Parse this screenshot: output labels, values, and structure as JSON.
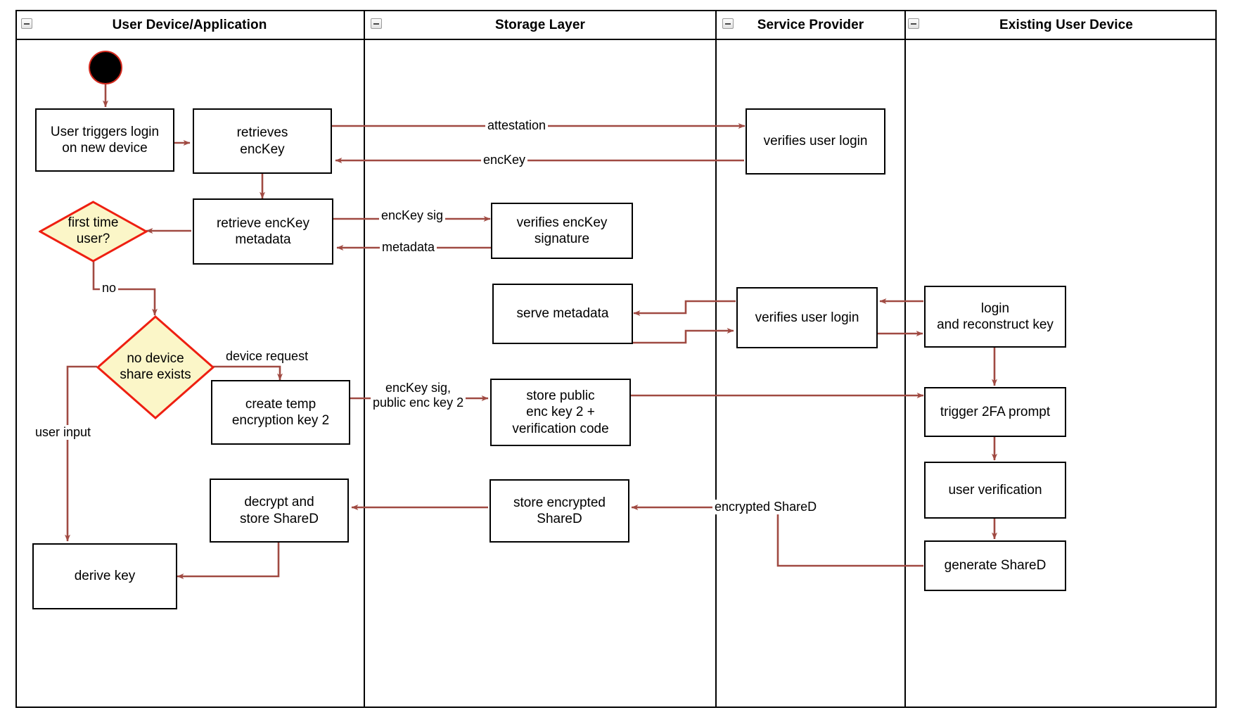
{
  "diagram": {
    "type": "uml-activity-swimlane",
    "colors": {
      "edge": "#a04a42",
      "decision_fill": "#fbf6c8",
      "decision_stroke": "#ee1f11",
      "node_stroke": "#000000",
      "start_fill": "#000000",
      "start_stroke": "#d42a1e",
      "background": "#ffffff"
    }
  },
  "lanes": [
    {
      "id": "user-device",
      "title": "User Device/Application",
      "collapse_icon": "minus-icon"
    },
    {
      "id": "storage-layer",
      "title": "Storage Layer",
      "collapse_icon": "minus-icon"
    },
    {
      "id": "service-provider",
      "title": "Service Provider",
      "collapse_icon": "minus-icon"
    },
    {
      "id": "existing-user-device",
      "title": "Existing User Device",
      "collapse_icon": "minus-icon"
    }
  ],
  "nodes": {
    "start": {
      "label": "",
      "shape": "initial-node"
    },
    "user_triggers_login": {
      "label": "User triggers login\non new device",
      "lines": [
        "User triggers login",
        "on new device"
      ]
    },
    "retrieves_enckey": {
      "lines": [
        "retrieves",
        "encKey"
      ]
    },
    "retrieve_enckey_metadata": {
      "lines": [
        "retrieve encKey",
        "metadata"
      ]
    },
    "first_time_user": {
      "lines": [
        "first time",
        "user?"
      ],
      "shape": "decision"
    },
    "no_device_share_exists": {
      "lines": [
        "no device",
        "share exists"
      ],
      "shape": "decision"
    },
    "create_temp_encryption_key_2": {
      "lines": [
        "create temp",
        "encryption key 2"
      ]
    },
    "decrypt_and_store_shared": {
      "lines": [
        "decrypt and",
        "store ShareD"
      ]
    },
    "derive_key": {
      "lines": [
        "derive key"
      ]
    },
    "verifies_enckey_signature": {
      "lines": [
        "verifies encKey",
        "signature"
      ]
    },
    "serve_metadata": {
      "lines": [
        "serve metadata"
      ]
    },
    "store_public_enc_key_2": {
      "lines": [
        "store public",
        "enc key 2 +",
        "verification code"
      ]
    },
    "store_encrypted_shared": {
      "lines": [
        "store encrypted",
        "ShareD"
      ]
    },
    "verifies_user_login_top": {
      "lines": [
        "verifies user login"
      ]
    },
    "verifies_user_login_mid": {
      "lines": [
        "verifies user login"
      ]
    },
    "login_and_reconstruct_key": {
      "lines": [
        "login",
        "and reconstruct key"
      ]
    },
    "trigger_2fa_prompt": {
      "lines": [
        "trigger 2FA prompt"
      ]
    },
    "user_verification": {
      "lines": [
        "user verification"
      ]
    },
    "generate_shared": {
      "lines": [
        "generate ShareD"
      ]
    }
  },
  "edge_labels": {
    "attestation": "attestation",
    "enckey": "encKey",
    "enckey_sig": "encKey sig",
    "metadata": "metadata",
    "no": "no",
    "device_request": "device request",
    "user_input": "user input",
    "enckey_sig_public_enc_key_2_l1": "encKey sig,",
    "enckey_sig_public_enc_key_2_l2": "public enc key 2",
    "encrypted_shared": "encrypted ShareD"
  }
}
